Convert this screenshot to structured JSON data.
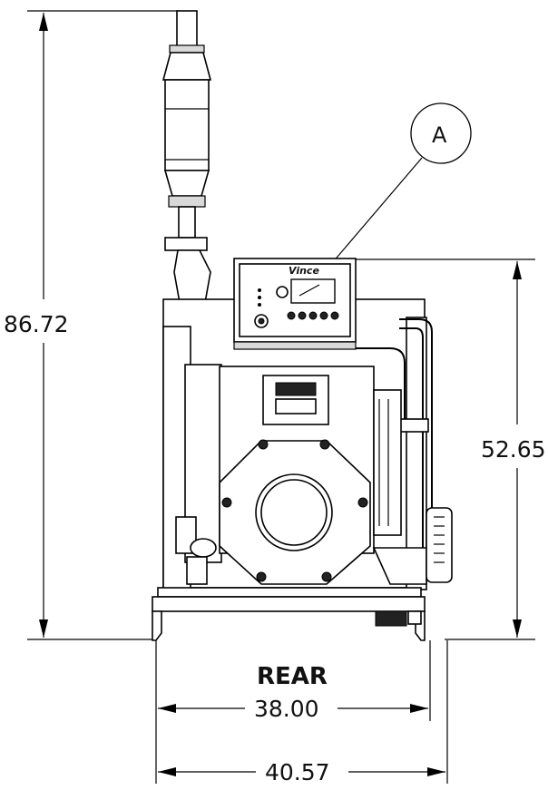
{
  "drawing": {
    "view_label": "REAR",
    "callout_label": "A",
    "logo_text": "Vince",
    "dimensions": {
      "total_height": "86.72",
      "panel_height": "52.65",
      "inner_width": "38.00",
      "outer_width": "40.57"
    }
  }
}
